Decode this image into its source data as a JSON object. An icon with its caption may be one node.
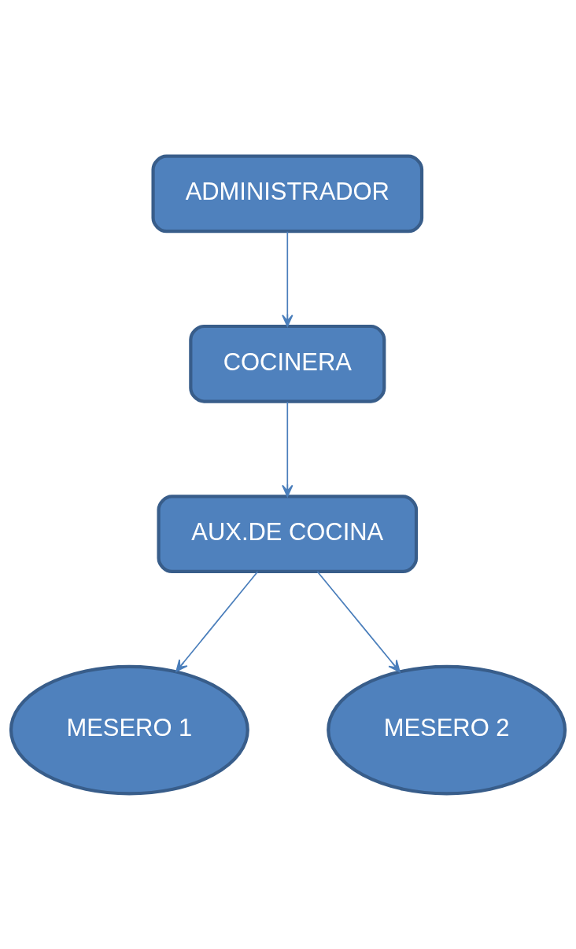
{
  "diagram": {
    "nodes": [
      {
        "text": [
          "ADMINISTRADOR"
        ]
      },
      {
        "text": [
          "COCINERA"
        ]
      },
      {
        "text": [
          "AUX.DE COCINA"
        ]
      },
      {
        "text": [
          "MESERO 1"
        ]
      },
      {
        "text": [
          "MESERO 2"
        ]
      }
    ],
    "edges": [
      {
        "from": 0,
        "to": 1,
        "arrow": "to"
      },
      {
        "from": 1,
        "to": 2,
        "arrow": "to"
      },
      {
        "from": 2,
        "to": 3,
        "arrow": "to"
      },
      {
        "from": 2,
        "to": 4,
        "arrow": "to"
      }
    ]
  }
}
